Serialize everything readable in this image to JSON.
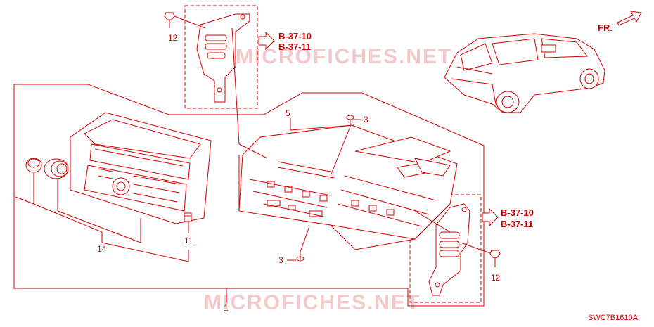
{
  "labels": {
    "p1": "1",
    "p3a": "3",
    "p3b": "3",
    "p5": "5",
    "p11": "11",
    "p12a": "12",
    "p12b": "12",
    "p14": "14"
  },
  "refs": {
    "top_a": "B-37-10",
    "top_b": "B-37-11",
    "right_a": "B-37-10",
    "right_b": "B-37-11"
  },
  "fr_label": "FR.",
  "diagram_code": "SWC7B1610A",
  "watermark": "MICROFICHES.NET",
  "colors": {
    "line": "#d40000",
    "watermark": "#f3c9c9"
  }
}
